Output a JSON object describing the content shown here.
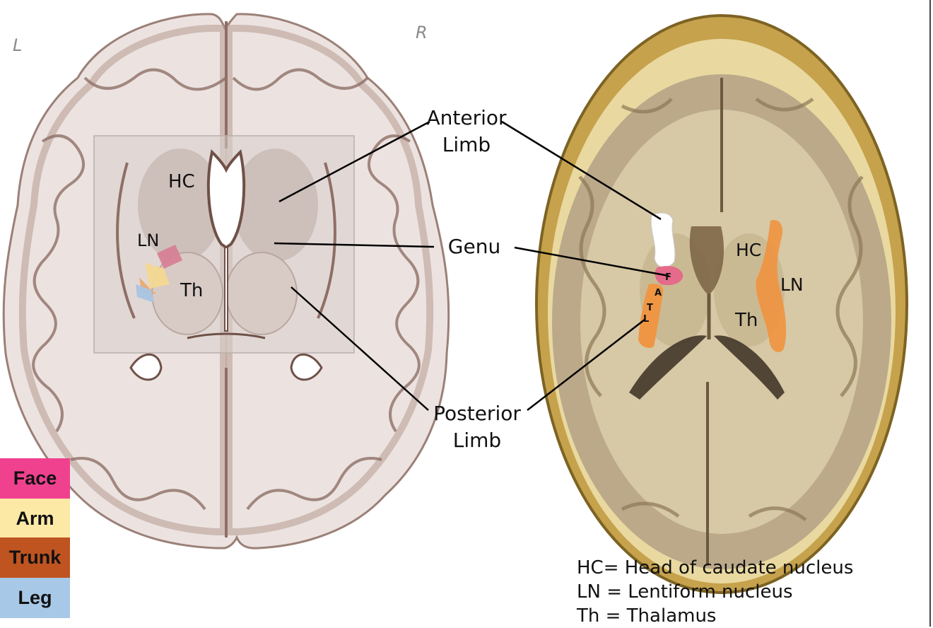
{
  "orientation": {
    "left": "L",
    "right": "R"
  },
  "illustration_labels": {
    "hc": "HC",
    "ln": "LN",
    "th": "Th"
  },
  "photo_labels": {
    "hc": "HC",
    "ln": "LN",
    "th": "Th",
    "f": "F",
    "a": "A",
    "t": "T",
    "l": "L"
  },
  "center_labels": {
    "anterior_1": "Anterior",
    "anterior_2": "Limb",
    "genu": "Genu",
    "posterior_1": "Posterior",
    "posterior_2": "Limb"
  },
  "legend": [
    {
      "label": "Face",
      "color": "#f0418f"
    },
    {
      "label": "Arm",
      "color": "#fde9a6"
    },
    {
      "label": "Trunk",
      "color": "#bf5421"
    },
    {
      "label": "Leg",
      "color": "#a7c8e6"
    }
  ],
  "key_lines": [
    "HC= Head of caudate nucleus",
    "LN = Lentiform nucleus",
    "Th = Thalamus"
  ]
}
